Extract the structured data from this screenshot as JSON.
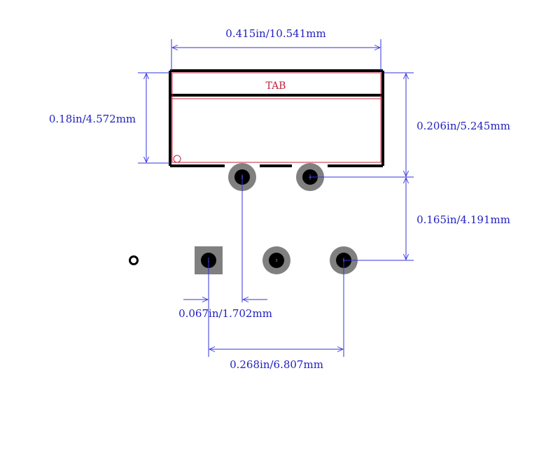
{
  "colors": {
    "dimension": "#3333dd",
    "outline": "#000000",
    "silk": "#c0203a",
    "pad_ring": "#808080",
    "pad_hole": "#000000"
  },
  "labels": {
    "tab": "TAB",
    "body_width": "0.415in/10.541mm",
    "body_height": "0.18in/4.572mm",
    "tab_to_row": "0.206in/5.245mm",
    "row_spacing": "0.165in/4.191mm",
    "pin_pitch": "0.067in/1.702mm",
    "pin_span": "0.268in/6.807mm"
  },
  "pads": [
    {
      "number": "1",
      "shape": "square"
    },
    {
      "number": "2",
      "shape": "round"
    },
    {
      "number": "3",
      "shape": "round"
    },
    {
      "number": "4",
      "shape": "round"
    },
    {
      "number": "5",
      "shape": "round"
    }
  ]
}
